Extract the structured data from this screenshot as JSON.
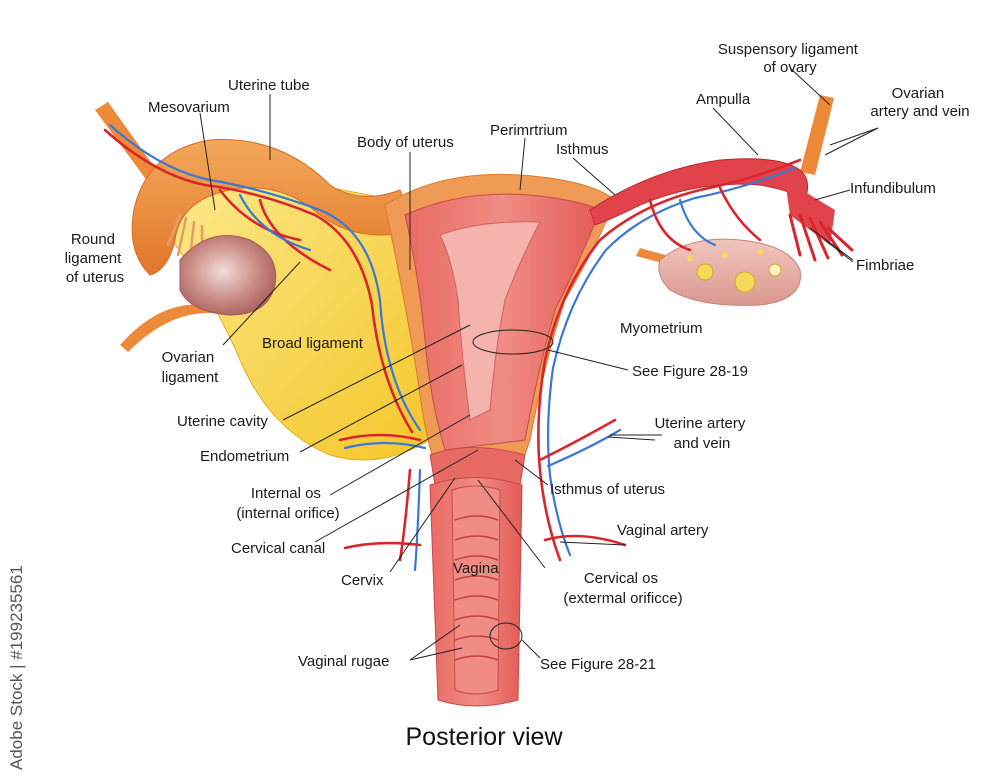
{
  "labels": {
    "suspensory_ligament": [
      "Suspensory ligament",
      "of ovary"
    ],
    "uterine_tube": "Uterine tube",
    "mesovarium": "Mesovarium",
    "ampulla": "Ampulla",
    "ovarian_artery_vein": [
      "Ovarian",
      "artery and vein"
    ],
    "body_of_uterus": "Body of uterus",
    "perimetrium": "Perimrtrium",
    "isthmus": "Isthmus",
    "infundibulum": "Infundibulum",
    "round_ligament": [
      "Round",
      "ligament",
      "of uterus"
    ],
    "fimbriae": "Fimbriae",
    "broad_ligament": "Broad ligament",
    "myometrium": "Myometrium",
    "ovarian_ligament": [
      "Ovarian",
      "ligament"
    ],
    "see_figure_2819": "See Figure 28-19",
    "uterine_cavity": "Uterine cavity",
    "uterine_artery_vein": [
      "Uterine artery",
      "and vein"
    ],
    "endometrium": "Endometrium",
    "isthmus_of_uterus": "Isthmus of uterus",
    "internal_os": [
      "Internal os",
      "(internal orifice)"
    ],
    "vaginal_artery": "Vaginal artery",
    "cervical_canal": "Cervical canal",
    "cervix": "Cervix",
    "vagina": "Vagina",
    "cervical_os": [
      "Cervical os",
      "(extermal orificce)"
    ],
    "vaginal_rugae": "Vaginal rugae",
    "see_figure_2821": "See Figure 28-21"
  },
  "caption": "Posterior view",
  "watermark": "Adobe Stock | #199235561",
  "colors": {
    "vessel_red": "#d8262e",
    "vessel_blue": "#3a78d8",
    "broad_ligament": "#f6d23a",
    "uterine_wall": "#e8736f",
    "tube_orange": "#ec8a3a",
    "ovary": "#e9a7a1"
  }
}
